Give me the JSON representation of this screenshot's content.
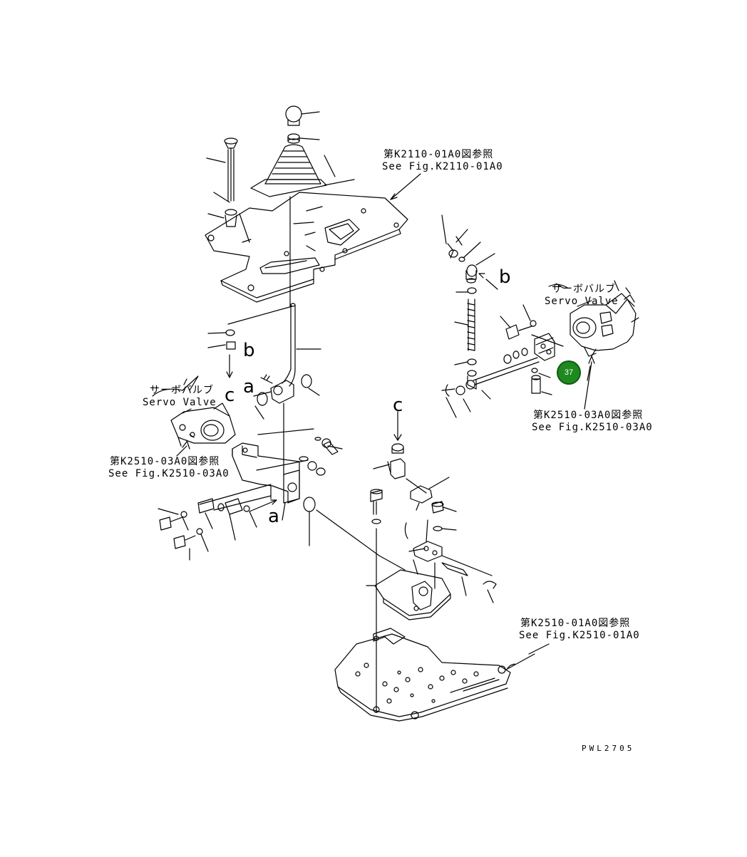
{
  "references": {
    "top_ref": {
      "jp": "第K2110-01A0図参照",
      "en": "See Fig.K2110-01A0"
    },
    "right_servo": {
      "jp": "サーボバルブ",
      "en": "Servo Valve"
    },
    "right_ref": {
      "jp": "第K2510-03A0図参照",
      "en": "See Fig.K2510-03A0"
    },
    "left_servo": {
      "jp": "サーボバルブ",
      "en": "Servo Valve"
    },
    "left_ref": {
      "jp": "第K2510-03A0図参照",
      "en": "See Fig.K2510-03A0"
    },
    "bottom_ref": {
      "jp": "第K2510-01A0図参照",
      "en": "See Fig.K2510-01A0"
    }
  },
  "connection_letters": {
    "b_right": "b",
    "b_left": "b",
    "c_left": "c",
    "c_mid": "c",
    "a_upper": "a",
    "a_lower": "a"
  },
  "callout": {
    "number": "37",
    "color": "#1e8a1e"
  },
  "drawing_code": "PWL2705"
}
